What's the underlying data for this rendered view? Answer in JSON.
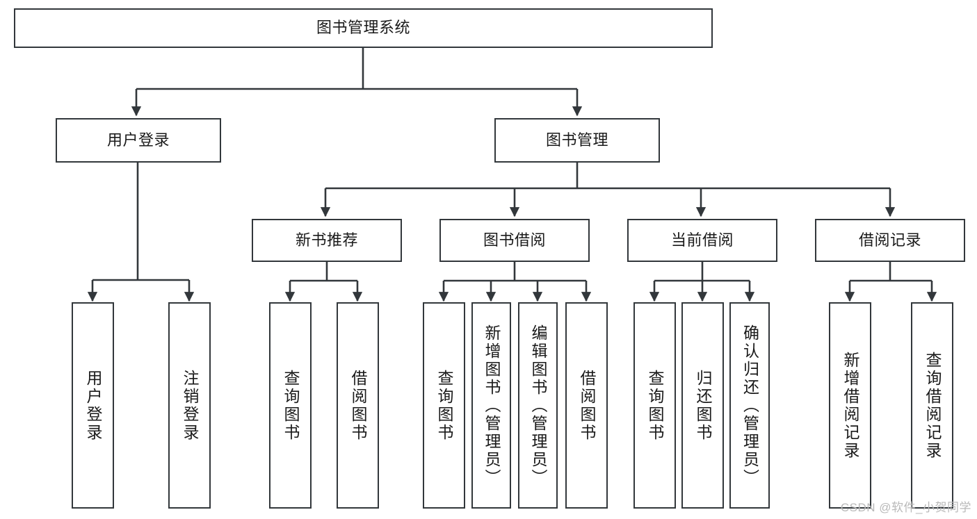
{
  "diagram": {
    "title": "图书管理系统",
    "type": "hierarchy-tree",
    "levels": 4,
    "colors": {
      "box_border": "#32373b",
      "box_fill": "#ffffff",
      "edge": "#32373b",
      "text": "#1a1a1a",
      "watermark": "#b9b9b9",
      "background": "#ffffff"
    },
    "nodes": {
      "root": {
        "label": "图书管理系统",
        "orientation": "horizontal"
      },
      "level2": [
        {
          "id": "user-login",
          "label": "用户登录",
          "orientation": "horizontal"
        },
        {
          "id": "book-manage",
          "label": "图书管理",
          "orientation": "horizontal"
        }
      ],
      "level3": [
        {
          "id": "new-book-rec",
          "label": "新书推荐",
          "orientation": "horizontal"
        },
        {
          "id": "book-borrow",
          "label": "图书借阅",
          "orientation": "horizontal"
        },
        {
          "id": "current-borrow",
          "label": "当前借阅",
          "orientation": "horizontal"
        },
        {
          "id": "borrow-record",
          "label": "借阅记录",
          "orientation": "horizontal"
        }
      ],
      "leaves": [
        {
          "id": "leaf-user-login",
          "label": "用户登录",
          "orientation": "vertical",
          "parent": "user-login"
        },
        {
          "id": "leaf-user-logout",
          "label": "注销登录",
          "orientation": "vertical",
          "parent": "user-login"
        },
        {
          "id": "leaf-query-book-1",
          "label": "查询图书",
          "orientation": "vertical",
          "parent": "new-book-rec"
        },
        {
          "id": "leaf-borrow-book-1",
          "label": "借阅图书",
          "orientation": "vertical",
          "parent": "new-book-rec"
        },
        {
          "id": "leaf-query-book-2",
          "label": "查询图书",
          "orientation": "vertical",
          "parent": "book-borrow"
        },
        {
          "id": "leaf-add-book",
          "label": "新增图书（管理员）",
          "orientation": "vertical",
          "parent": "book-borrow"
        },
        {
          "id": "leaf-edit-book",
          "label": "编辑图书（管理员）",
          "orientation": "vertical",
          "parent": "book-borrow"
        },
        {
          "id": "leaf-borrow-book-2",
          "label": "借阅图书",
          "orientation": "vertical",
          "parent": "book-borrow"
        },
        {
          "id": "leaf-query-book-3",
          "label": "查询图书",
          "orientation": "vertical",
          "parent": "current-borrow"
        },
        {
          "id": "leaf-return-book",
          "label": "归还图书",
          "orientation": "vertical",
          "parent": "current-borrow"
        },
        {
          "id": "leaf-confirm-return",
          "label": "确认归还（管理员）",
          "orientation": "vertical",
          "parent": "current-borrow"
        },
        {
          "id": "leaf-add-record",
          "label": "新增借阅记录",
          "orientation": "vertical",
          "parent": "borrow-record"
        },
        {
          "id": "leaf-query-record",
          "label": "查询借阅记录",
          "orientation": "vertical",
          "parent": "borrow-record"
        }
      ]
    },
    "watermark": "CSDN @软件_小贺同学"
  }
}
